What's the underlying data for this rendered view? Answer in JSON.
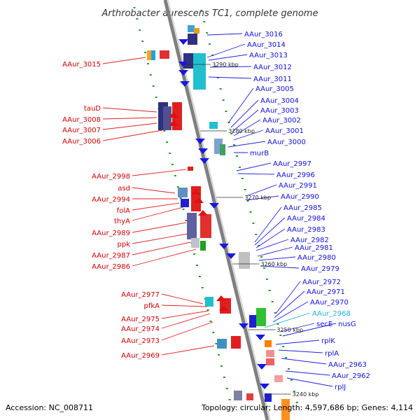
{
  "title": "Arthrobacter aurescens TC1, complete genome",
  "footer": {
    "accession": "Accession: NC_008711",
    "topology": "Topology: circular; Length: 4,597,686 bp; Genes: 4,114"
  },
  "colors": {
    "reverse_label": "#d00000",
    "forward_label": "#1010e0",
    "highlight_label": "#20b0e0",
    "backbone": "#7a7a7a"
  },
  "kbp_markers": [
    "3290 kbp",
    "3280 kbp",
    "3270 kbp",
    "3260 kbp",
    "3250 kbp",
    "3240 kbp"
  ],
  "left_labels": [
    "AAur_3015",
    "tauD",
    "AAur_3008",
    "AAur_3007",
    "AAur_3006",
    "AAur_2998",
    "asd",
    "AAur_2994",
    "folA",
    "thyA",
    "AAur_2989",
    "ppk",
    "AAur_2987",
    "AAur_2986",
    "AAur_2977",
    "pfkA",
    "AAur_2975",
    "AAur_2974",
    "AAur_2973",
    "AAur_2969"
  ],
  "right_labels": [
    "AAur_3016",
    "AAur_3014",
    "AAur_3013",
    "AAur_3012",
    "AAur_3011",
    "AAur_3005",
    "AAur_3004",
    "AAur_3003",
    "AAur_3002",
    "AAur_3001",
    "AAur_3000",
    "murB",
    "AAur_2997",
    "AAur_2996",
    "AAur_2991",
    "AAur_2990",
    "AAur_2985",
    "AAur_2984",
    "AAur_2983",
    "AAur_2982",
    "AAur_2981",
    "AAur_2980",
    "AAur_2979",
    "AAur_2972",
    "AAur_2971",
    "AAur_2970",
    "AAur_2968",
    "secE",
    "nusG",
    "rplK",
    "rplA",
    "AAur_2963",
    "AAur_2962",
    "rplJ"
  ]
}
